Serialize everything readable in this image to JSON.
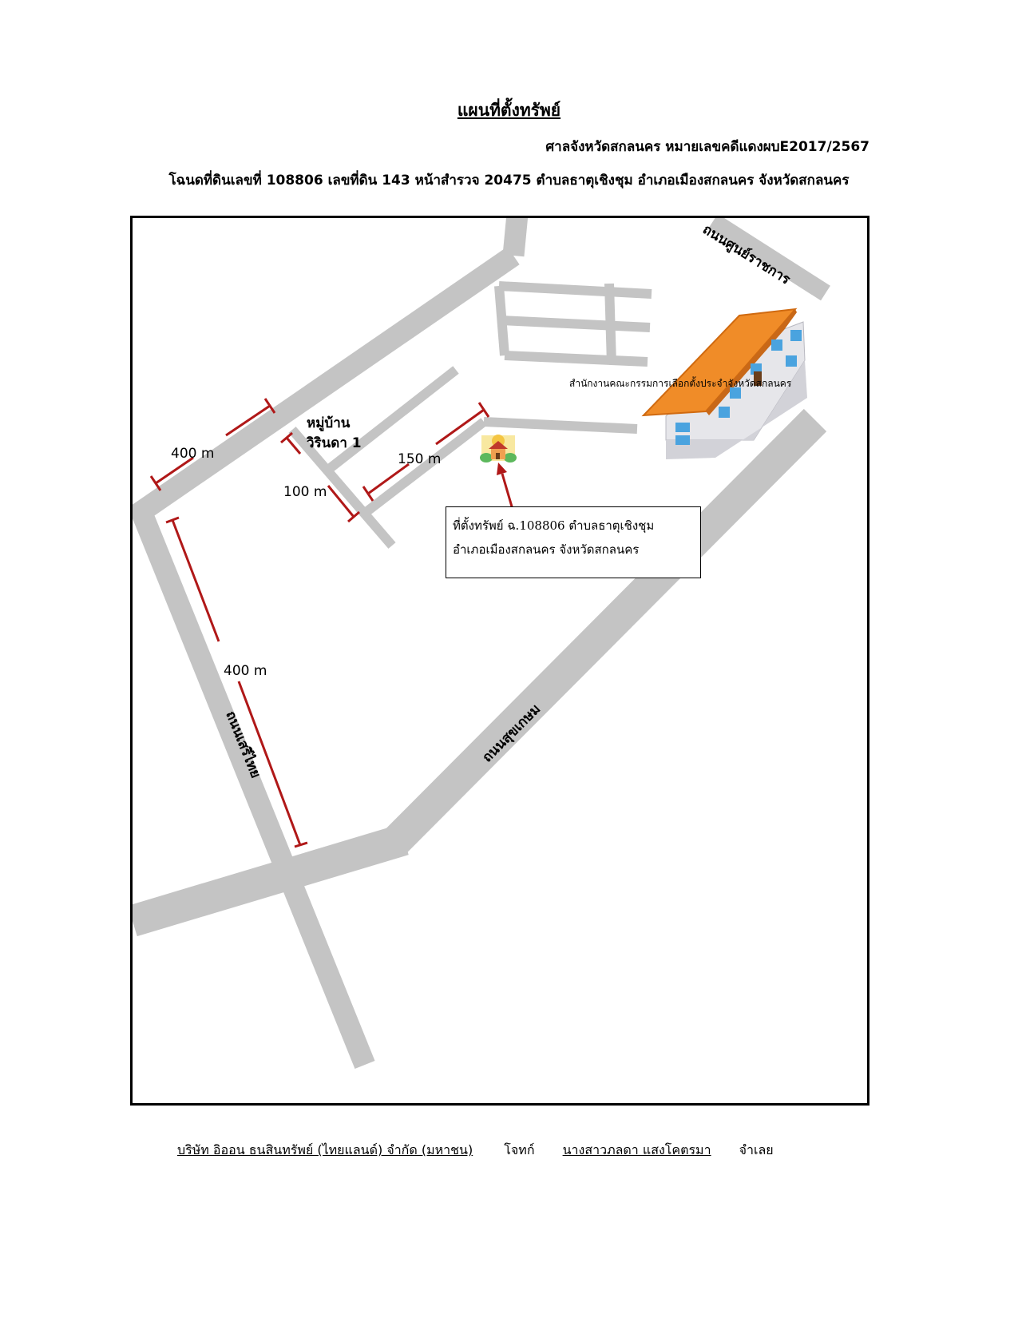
{
  "title": "แผนที่ตั้งทรัพย์",
  "court_line": "ศาลจังหวัดสกลนคร หมายเลขคดีแดงผบE2017/2567",
  "deed_line": "โฉนดที่ดินเลขที่ 108806 เลขที่ดิน 143 หน้าสำรวจ 20475 ตำบลธาตุเชิงชุม อำเภอเมืองสกลนคร จังหวัดสกลนคร",
  "map": {
    "roads": {
      "north_east": "ถนนศูนย์ราชการ",
      "sukhakasem": "ถนนสุขเกษม",
      "west": "ถนนเสรีไทย"
    },
    "village": {
      "line1": "หมู่บ้าน",
      "line2": "วิรินดา 1"
    },
    "office_label": "สำนักงานคณะกรรมการเลือกตั้งประจำจังหวัดสกลนคร",
    "distances": {
      "top_left": "400 m",
      "left_vertical": "400 m",
      "middle": "100 m",
      "right": "150 m"
    },
    "callout": {
      "line1": "ที่ตั้งทรัพย์ ฉ.108806 ตำบลธาตุเชิงชุม",
      "line2": "อำเภอเมืองสกลนคร จังหวัดสกลนคร"
    },
    "colors": {
      "road": "#c4c4c4",
      "dimension": "#b01818",
      "roof": "#f08c28",
      "building_wall": "#e6e6ea",
      "window": "#4aa3df"
    },
    "icons": [
      "house-location-icon",
      "government-building-icon"
    ]
  },
  "footer": {
    "plaintiff": "บริษัท อิออน ธนสินทรัพย์ (ไทยแลนด์) จำกัด (มหาชน)",
    "plaintiff_role": "โจทก์",
    "defendant": "นางสาวภลดา แสงโคตรมา",
    "defendant_role": "จำเลย"
  }
}
